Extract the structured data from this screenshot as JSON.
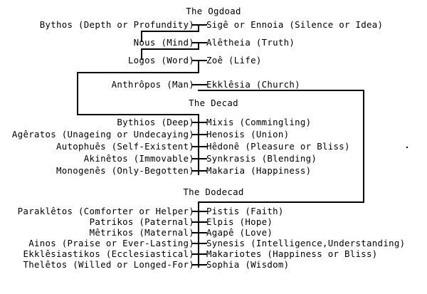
{
  "diagram": {
    "title_ogdoad": "The Ogdoad",
    "title_decad": "The Decad",
    "title_dodecad": "The Dodecad",
    "ogdoad": [
      {
        "left": "Bythos (Depth or Profundity)",
        "right": "Sigê or Ennoia (Silence or Idea)"
      },
      {
        "left": "Nous (Mind)",
        "right": "Alêtheia (Truth)"
      },
      {
        "left": "Logos (Word)",
        "right": "Zoê (Life)"
      },
      {
        "left": "Anthrôpos (Man)",
        "right": "Ekklêsia (Church)"
      }
    ],
    "decad": [
      {
        "left": "Bythios (Deep)",
        "right": "Mixis (Commingling)"
      },
      {
        "left": "Agêratos (Unageing or Undecaying)",
        "right": "Henosis (Union)"
      },
      {
        "left": "Autophuês (Self-Existent)",
        "right": "Hêdonê (Pleasure or Bliss)"
      },
      {
        "left": "Akinêtos (Immovable)",
        "right": "Synkrasis (Blending)"
      },
      {
        "left": "Monogenês (Only-Begotten)",
        "right": "Makaria (Happiness)"
      }
    ],
    "dodecad": [
      {
        "left": "Paraklêtos (Comforter or Helper)",
        "right": "Pistis (Faith)"
      },
      {
        "left": "Patrikos (Paternal)",
        "right": "Elpis (Hope)"
      },
      {
        "left": "Mêtrikos (Maternal)",
        "right": "Agapê (Love)"
      },
      {
        "left": "Ainos (Praise or Ever-Lasting)",
        "right": "Synesis (Intelligence,Understanding)"
      },
      {
        "left": "Ekklêsiastikos (Ecclesiastical)",
        "right": "Makariotes (Happiness or Bliss)"
      },
      {
        "left": "Thelêtos (Willed or Longed-For)",
        "right": "Sophia (Wisdom)"
      }
    ],
    "colors": {
      "ink": "#000000",
      "paper": "#ffffff"
    }
  }
}
